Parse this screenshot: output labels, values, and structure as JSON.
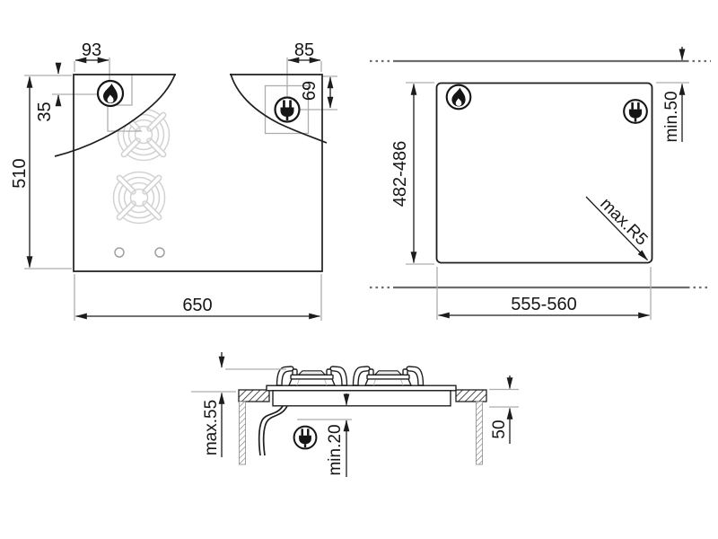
{
  "drawing_type": "hob-installation-technical-drawing",
  "views": {
    "top": {
      "gas_offset_x": "93",
      "plug_offset_x": "85",
      "gas_offset_y": "35",
      "plug_offset_y": "69",
      "depth": "510",
      "width": "650"
    },
    "cutout": {
      "depth": "482-486",
      "wall_clearance": "min.50",
      "corner_radius": "max.R5",
      "width": "555-560"
    },
    "section": {
      "above_worktop": "max.55",
      "clearance_below": "min.20",
      "below_worktop": "50"
    }
  },
  "icons": {
    "gas_connection": "flame-icon",
    "electrical_connection": "plug-icon"
  },
  "colors": {
    "line": "#1c1c1c",
    "extension": "#adadad",
    "grate": "#d2d2d2",
    "wall": "#6e6e6e",
    "hatch": "#2e2e2e",
    "background": "#ffffff"
  }
}
